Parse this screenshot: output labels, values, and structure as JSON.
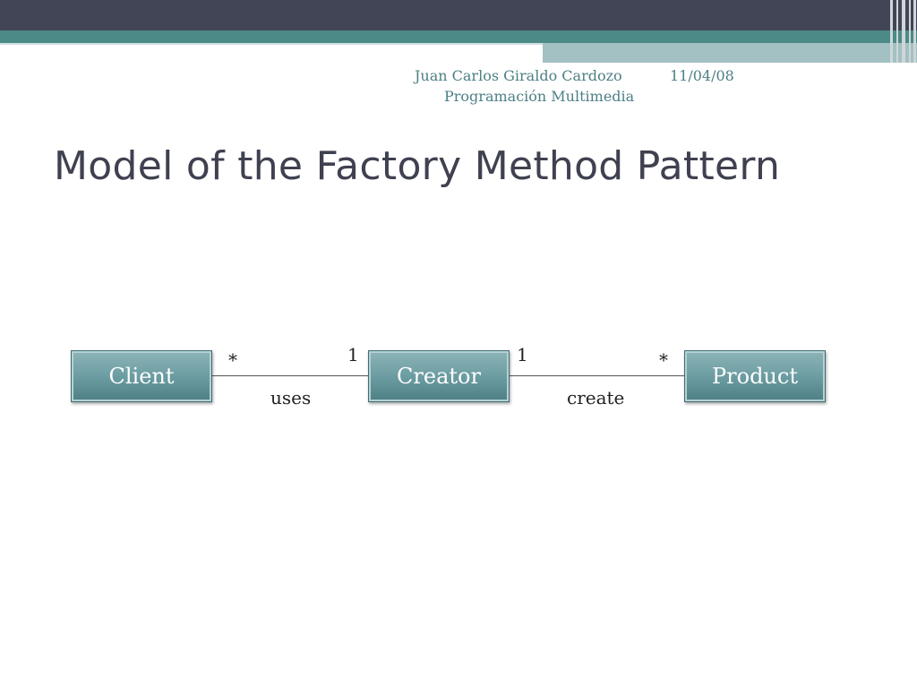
{
  "header": {
    "author": "Juan Carlos Giraldo Cardozo",
    "date": "11/04/08",
    "course": "Programación Multimedia"
  },
  "title": "Model of the Factory Method Pattern",
  "diagram": {
    "classes": {
      "client": "Client",
      "creator": "Creator",
      "product": "Product"
    },
    "associations": [
      {
        "from": "Client",
        "to": "Creator",
        "label": "uses",
        "from_multiplicity": "*",
        "to_multiplicity": "1"
      },
      {
        "from": "Creator",
        "to": "Product",
        "label": "create",
        "from_multiplicity": "1",
        "to_multiplicity": "*"
      }
    ]
  },
  "colors": {
    "dark_band": "#424556",
    "teal_band": "#4b8a87",
    "light_band": "#a3c0c2",
    "box_fill": "#6c9da2",
    "title_text": "#3f4150",
    "header_text": "#4d7f86"
  }
}
